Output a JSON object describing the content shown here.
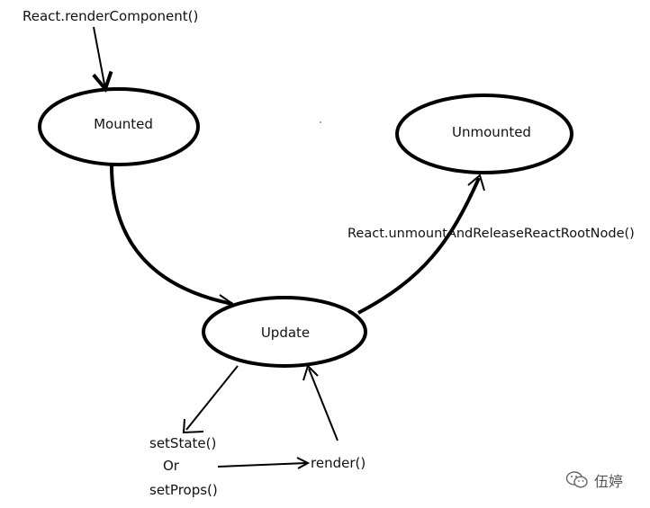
{
  "nodes": {
    "mounted": "Mounted",
    "unmounted": "Unmounted",
    "update": "Update"
  },
  "edges": {
    "render_component": "React.renderComponent()",
    "unmount_release": "React.unmountAndReleaseReactRootNode()",
    "set_state": "setState()",
    "or": "Or",
    "set_props": "setProps()",
    "render": "render()"
  },
  "watermark": {
    "icon": "wechat-icon",
    "text": "伍婷"
  }
}
